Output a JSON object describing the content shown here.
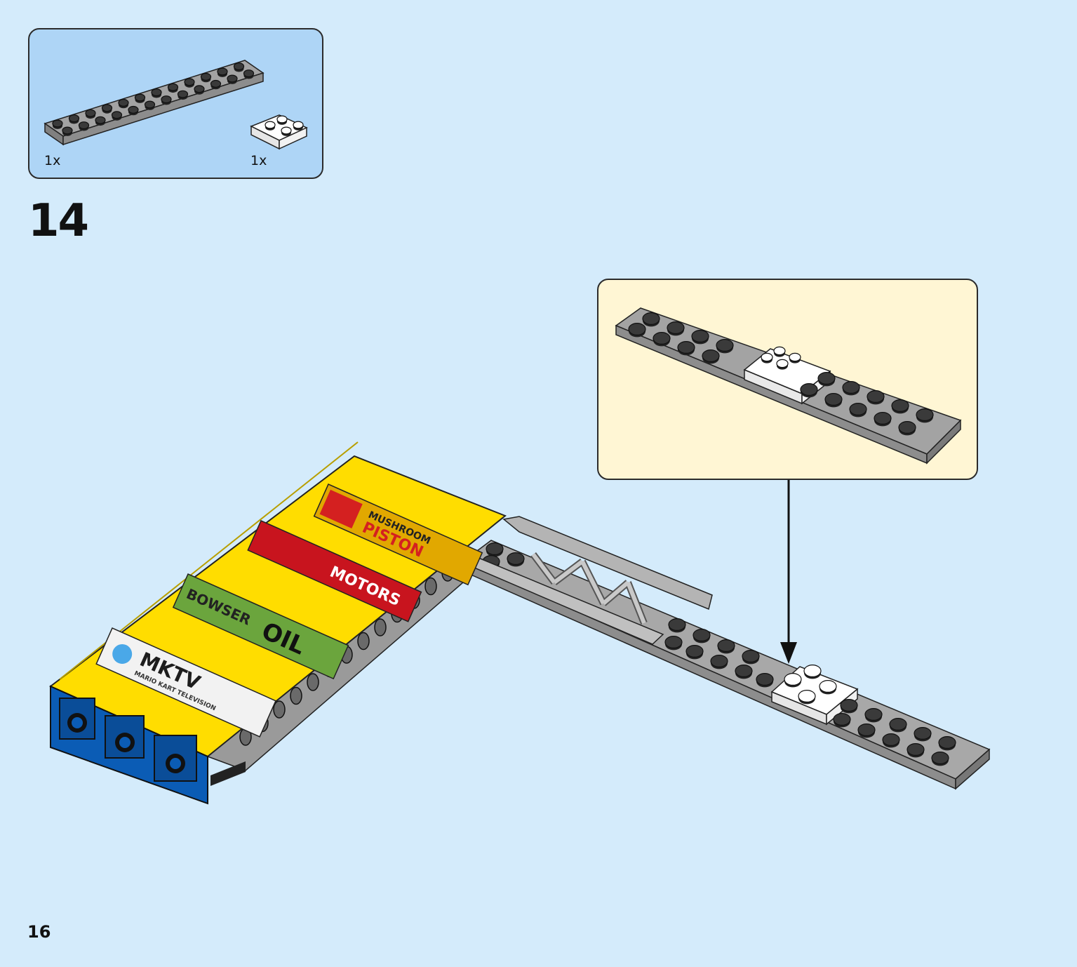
{
  "parts_list": {
    "items": [
      {
        "name": "plate-2x12-dark-gray",
        "quantity": "1x",
        "color": "#9a9a9a"
      },
      {
        "name": "plate-2x2-white",
        "quantity": "1x",
        "color": "#ffffff"
      }
    ]
  },
  "step": {
    "number": "14"
  },
  "callout": {
    "description": "assembled plate detail"
  },
  "model": {
    "decals": {
      "mushroom": {
        "line1": "MUSHROOM",
        "line2": "PISTON"
      },
      "motors": {
        "text": "MOTORS"
      },
      "bowser": {
        "word1": "BOWSER",
        "word2": "OIL"
      },
      "mktv": {
        "title": "MKTV",
        "subtitle": "MARIO KART TELEVISION"
      }
    }
  },
  "colors": {
    "background": "#d4ebfb",
    "parts_box": "#aed5f6",
    "callout": "#fff6d4",
    "yellow": "#ffdd00",
    "blue": "#0b5cb5",
    "gray": "#9a9a9a",
    "white": "#ffffff"
  },
  "page": {
    "number": "16"
  }
}
